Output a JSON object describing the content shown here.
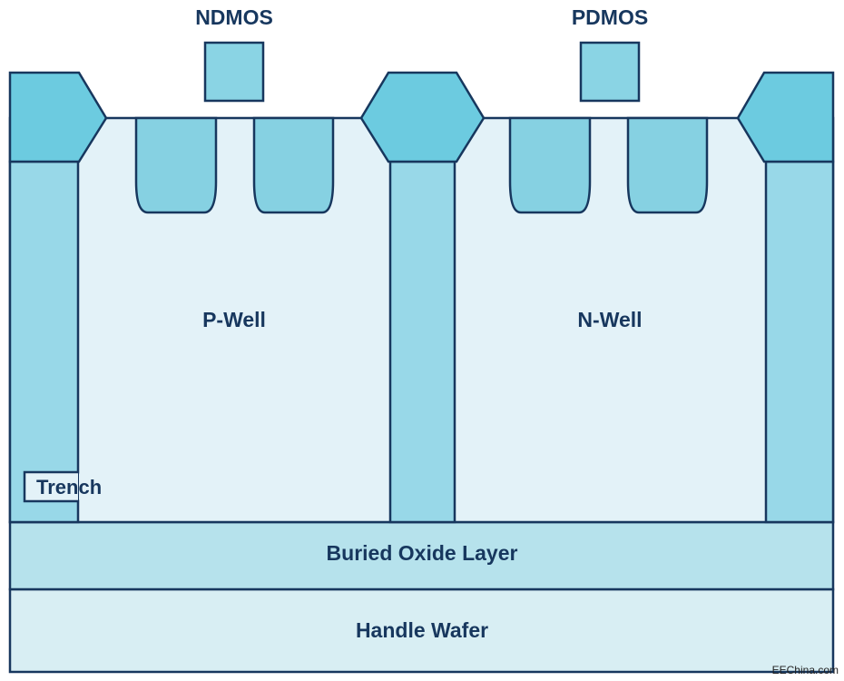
{
  "labels": {
    "ndmos": "NDMOS",
    "pdmos": "PDMOS",
    "p_well": "P-Well",
    "n_well": "N-Well",
    "trench": "Trench",
    "buried_oxide": "Buried Oxide Layer",
    "handle_wafer": "Handle Wafer"
  },
  "watermark": "EEChina.com",
  "colors": {
    "outline": "#17375e",
    "well": "#e3f2f8",
    "oxide_cap": "#6ccbe0",
    "trench_fill": "#98d8e8",
    "gate": "#8ad4e4",
    "drift": "#86d1e2",
    "buried_oxide": "#b6e2ec",
    "handle_wafer": "#d8eef3",
    "text": "#17375e"
  }
}
